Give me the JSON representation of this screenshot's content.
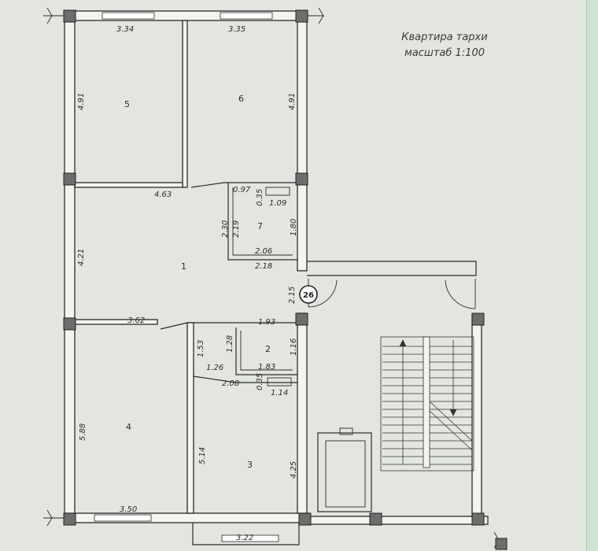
{
  "title": {
    "line1": "Квартира тархи",
    "line2": "масштаб 1:100"
  },
  "rooms": {
    "r1": "1",
    "r2": "2",
    "r3": "3",
    "r4": "4",
    "r5": "5",
    "r6": "6",
    "r7": "7"
  },
  "dims": {
    "d334": "3.34",
    "d335": "3.35",
    "d491a": "4.91",
    "d491b": "4.91",
    "d463": "4.63",
    "d097": "0.97",
    "d035a": "0.35",
    "d109": "1.09",
    "d230": "2.30",
    "d219": "2.19",
    "d180": "1.80",
    "d206": "2.06",
    "d218": "2.18",
    "d421": "4.21",
    "d215": "2.15",
    "d362": "3.62",
    "d193": "1.93",
    "d153": "1.53",
    "d128": "1.28",
    "d116": "1.16",
    "d126": "1.26",
    "d183": "1.83",
    "d208": "2.08",
    "d035b": "0.35",
    "d114": "1.14",
    "d588": "5.88",
    "d514": "5.14",
    "d425": "4.25",
    "d350": "3.50",
    "d322": "3.22"
  },
  "marker": "26"
}
